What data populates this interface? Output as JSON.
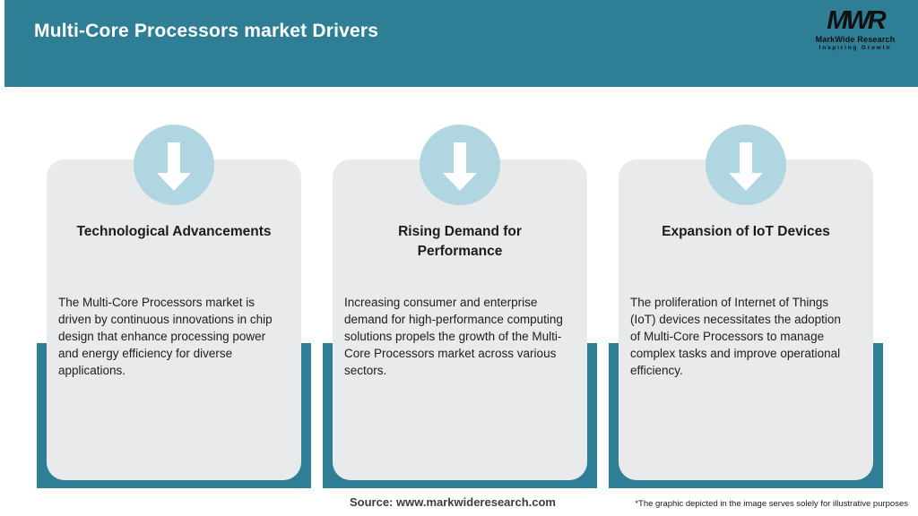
{
  "header": {
    "title": "Multi-Core Processors market Drivers",
    "logo": {
      "monogram": "MWR",
      "name": "MarkWide Research",
      "tagline": "Inspiring Growth"
    }
  },
  "cards": [
    {
      "icon": "arrow-down-icon",
      "title": "Technological Advancements",
      "body_lines": [
        "The Multi-Core Processors market is",
        "driven by continuous innovations in chip",
        "design that enhance processing power",
        "and energy efficiency for diverse",
        "applications."
      ]
    },
    {
      "icon": "arrow-down-icon",
      "title": [
        "Rising Demand for",
        "Performance"
      ],
      "body_lines": [
        "Increasing consumer and enterprise",
        "demand for high-performance computing",
        "solutions propels the growth of the Multi-",
        "Core Processors market across various",
        "sectors."
      ]
    },
    {
      "icon": "arrow-down-icon",
      "title": "Expansion of IoT Devices",
      "body_lines": [
        "The proliferation of Internet of Things",
        "(IoT) devices necessitates the adoption",
        "of Multi-Core Processors to manage",
        "complex tasks and improve operational",
        "efficiency."
      ]
    }
  ],
  "footer": {
    "source": "Source: www.markwideresearch.com",
    "disclaimer": "*The graphic depicted in the image serves solely for illustrative purposes"
  },
  "colors": {
    "header_teal": "#2e7f95",
    "band_teal": "#2e7f95",
    "circle_blue": "#b0d6e2",
    "card_gray": "#e8eaeb",
    "title_dark": "#1c1c1c",
    "body_dark": "#202020",
    "source_gray": "#3d3d3d"
  }
}
